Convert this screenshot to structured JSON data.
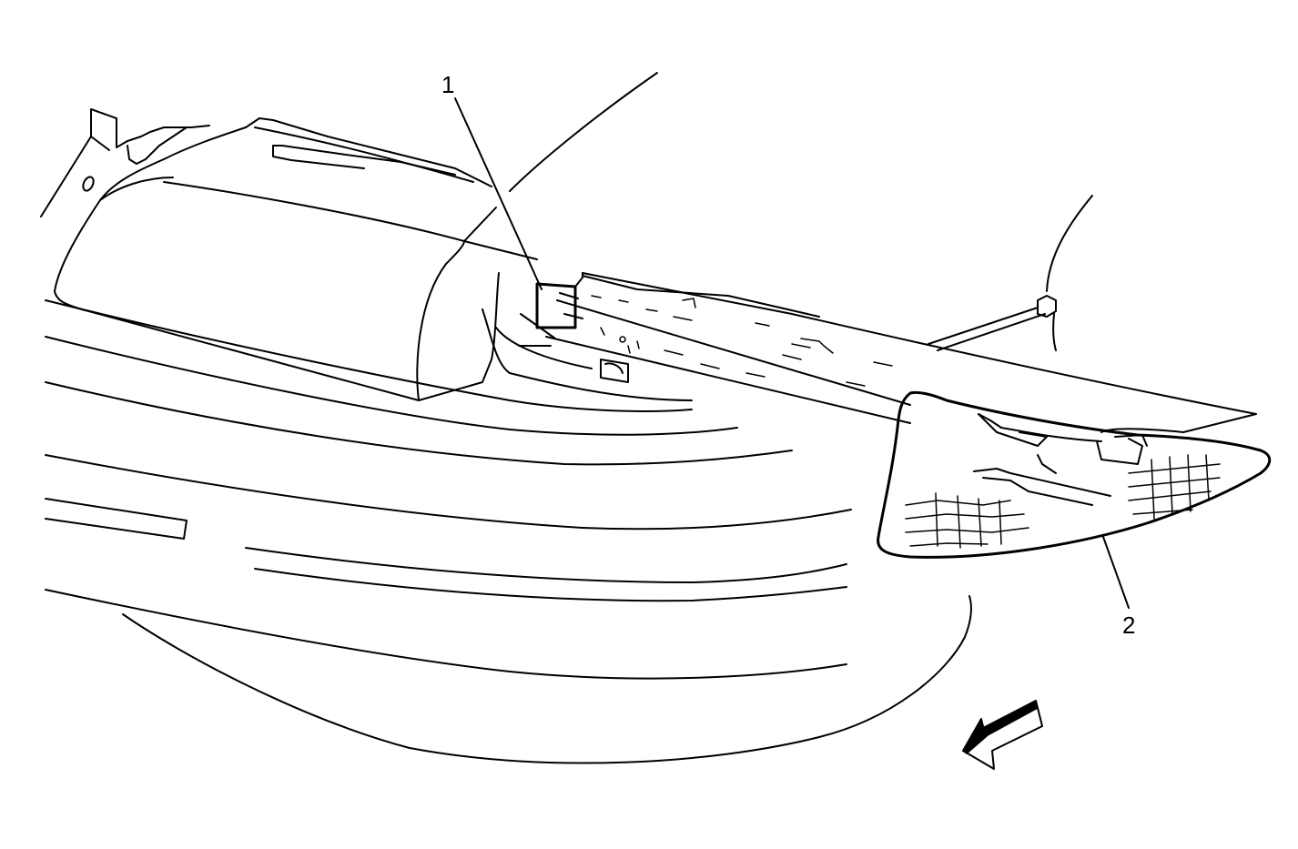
{
  "callouts": [
    {
      "id": "1",
      "label": "1"
    },
    {
      "id": "2",
      "label": "2"
    }
  ],
  "colors": {
    "line": "#000000",
    "background": "#ffffff"
  },
  "icons": {
    "direction_arrow": "forward-direction-arrow-icon"
  }
}
